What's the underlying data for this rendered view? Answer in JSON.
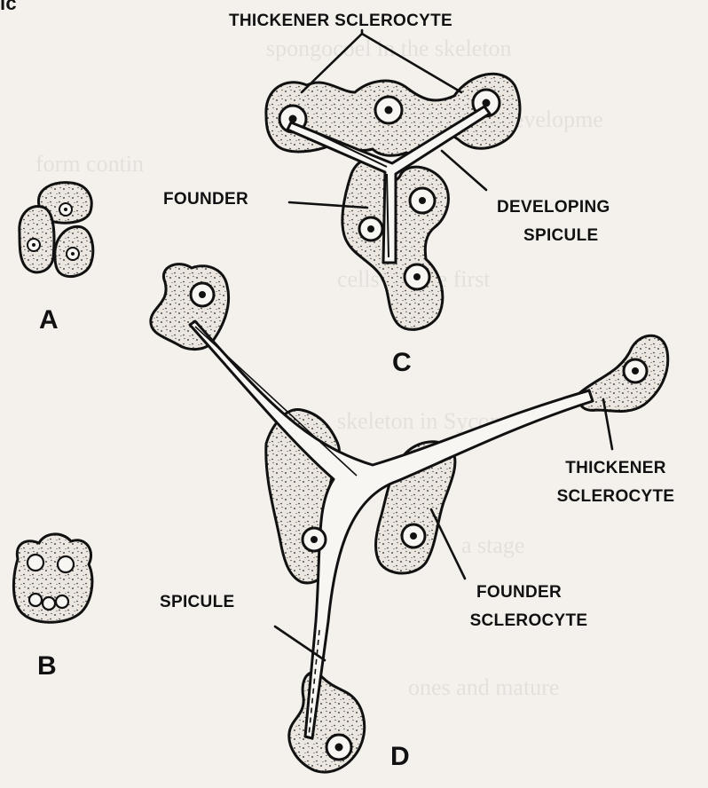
{
  "corner_text": "ic",
  "panels": {
    "a": "A",
    "b": "B",
    "c": "C",
    "d": "D"
  },
  "labels": {
    "thickener_top": "THICKENER SCLEROCYTE",
    "founder_c": "FOUNDER",
    "developing_line1": "DEVELOPING",
    "developing_line2": "SPICULE",
    "thickener_d_line1": "THICKENER",
    "thickener_d_line2": "SCLEROCYTE",
    "founder_d_line1": "FOUNDER",
    "founder_d_line2": "SCLEROCYTE",
    "spicule_d": "SPICULE"
  },
  "colors": {
    "ink": "#111111",
    "paper": "#f4f1ed",
    "cell_fill": "#ebe6df"
  }
}
